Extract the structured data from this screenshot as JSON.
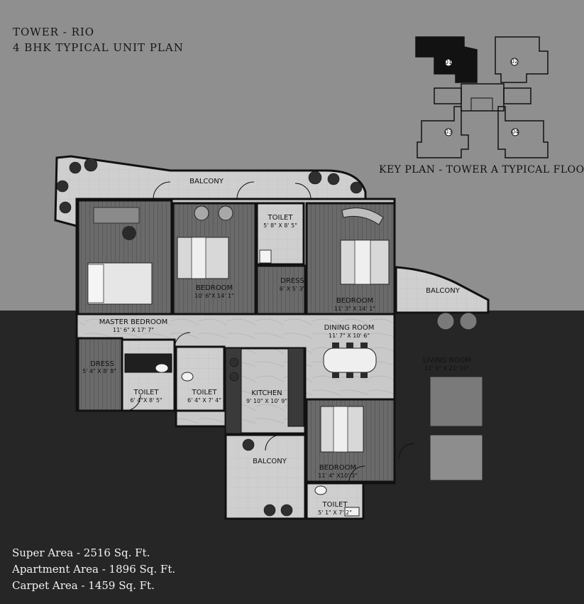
{
  "header": {
    "line1": "TOWER - RIO",
    "line2": "4 BHK TYPICAL UNIT PLAN"
  },
  "key_plan": {
    "caption": "KEY PLAN - TOWER A TYPICAL FLOOR",
    "markers": [
      "01",
      "02",
      "03",
      "04"
    ]
  },
  "rooms": {
    "balcony_top": "BALCONY",
    "toilet_1": {
      "name": "TOILET",
      "dim": "5' 8\" X 8' 5\""
    },
    "dress_1": {
      "name": "DRESS",
      "dim": "6' X 5' 3\""
    },
    "bedroom_1": {
      "name": "BEDROOM",
      "dim": "10' 6\"X 14' 1\""
    },
    "bedroom_2": {
      "name": "BEDROOM",
      "dim": "11' 3\" X 14' 1\""
    },
    "balcony_right": "BALCONY",
    "master_bedroom": {
      "name": "MASTER BEDROOM",
      "dim": "11' 6\" X 17' 7\""
    },
    "dining_room": {
      "name": "DINING ROOM",
      "dim": "11' 7\" X 10' 6\""
    },
    "living_room": {
      "name": "LIVING ROOM",
      "dim": "11' 6\" X 21' 10\""
    },
    "dress_2": {
      "name": "DRESS",
      "dim": "5' 4\" X 8' 8\""
    },
    "toilet_2": {
      "name": "TOILET",
      "dim": "6' 4\"X 8' 5\""
    },
    "toilet_3": {
      "name": "TOILET",
      "dim": "6' 4\" X 7' 4\""
    },
    "kitchen": {
      "name": "KITCHEN",
      "dim": "9' 10\" X 10' 9\""
    },
    "balcony_bottom": "BALCONY",
    "bedroom_3": {
      "name": "BEDROOM",
      "dim": "11' 4\" X10' 3\""
    },
    "toilet_4": {
      "name": "TOILET",
      "dim": "5' 1\" X 7' 2\""
    }
  },
  "areas": {
    "super": "Super Area - 2516 Sq. Ft.",
    "apartment": "Apartment Area - 1896 Sq. Ft.",
    "carpet": "Carpet Area - 1459 Sq. Ft."
  }
}
